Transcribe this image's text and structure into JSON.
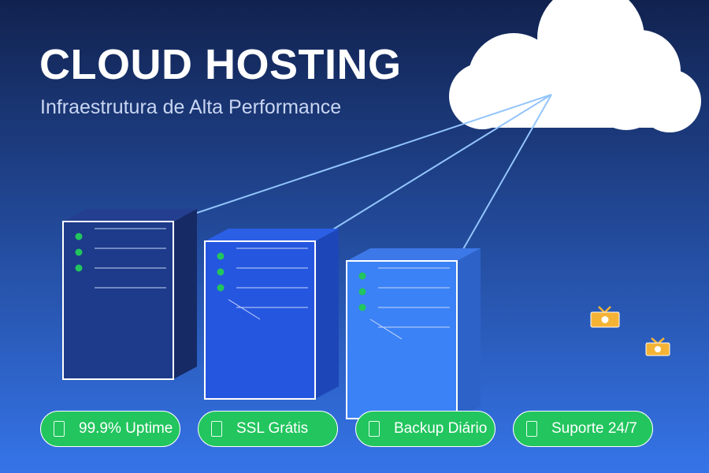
{
  "header": {
    "title": "CLOUD HOSTING",
    "subtitle": "Infraestrutura de Alta Performance"
  },
  "features": [
    {
      "label": "99.9% Uptime",
      "icon": "placeholder-glyph-icon"
    },
    {
      "label": "SSL Grátis",
      "icon": "placeholder-glyph-icon"
    },
    {
      "label": "Backup Diário",
      "icon": "placeholder-glyph-icon"
    },
    {
      "label": "Suporte 24/7",
      "icon": "placeholder-glyph-icon"
    }
  ],
  "servers": [
    {
      "icon": "server-tower-icon",
      "front": "#1e3a8a",
      "side": "#162a66",
      "top": "#243f8f",
      "status_leds": 3
    },
    {
      "icon": "server-tower-icon",
      "front": "#2556e0",
      "side": "#1d46b8",
      "top": "#2b5fe6",
      "status_leds": 3
    },
    {
      "icon": "server-tower-icon",
      "front": "#3b82f6",
      "side": "#2d63c8",
      "top": "#3d78e8",
      "status_leds": 3
    }
  ],
  "decorations": {
    "cloud_icon": "cloud-icon",
    "marker_icon": "tv-marker-icon"
  },
  "colors": {
    "background_top": "#11224f",
    "background_bottom": "#3574e8",
    "badge_fill": "#22c55e",
    "led": "#22c55e",
    "link_line": "#93c5fd",
    "marker": "#f5b335"
  }
}
